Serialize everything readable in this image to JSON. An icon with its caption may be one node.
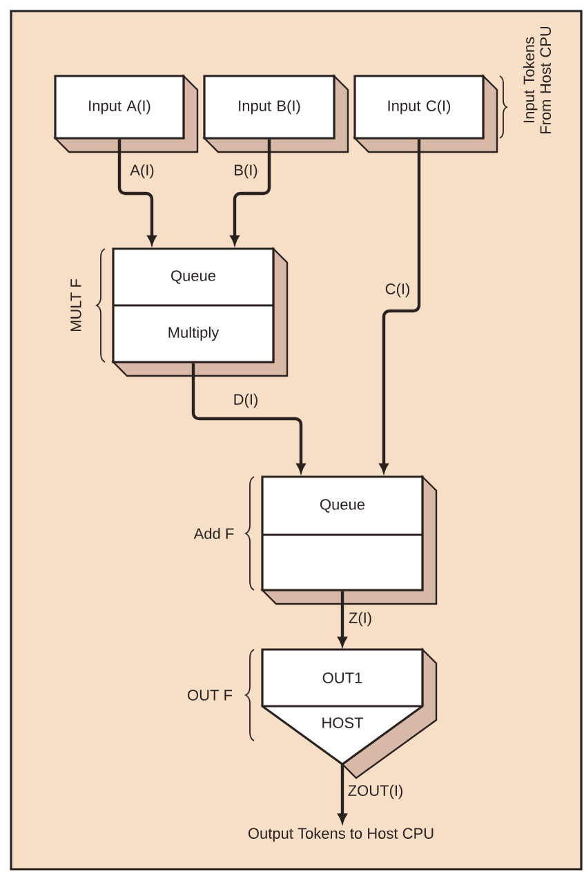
{
  "diagram": {
    "nodes": [
      {
        "text": [
          "Input A(I)"
        ]
      },
      {
        "text": [
          "Input B(I)"
        ]
      },
      {
        "text": [
          "Input C(I)"
        ]
      },
      {
        "text": [
          "Queue",
          "Multiply"
        ],
        "beside": [
          "MULT F"
        ]
      },
      {
        "text": [
          "Queue"
        ],
        "beside": [
          "Add F"
        ]
      },
      {
        "text": [
          "OUT1",
          "HOST"
        ],
        "beside": [
          "OUT F"
        ]
      },
      {
        "text": [
          "Output Tokens to Host CPU"
        ]
      }
    ],
    "edges": [
      {
        "from": 0,
        "to": 3,
        "arrow": "to",
        "label": "A(I)"
      },
      {
        "from": 1,
        "to": 3,
        "arrow": "to",
        "label": "B(I)"
      },
      {
        "from": 2,
        "to": 4,
        "arrow": "to",
        "label": "C(I)"
      },
      {
        "from": 3,
        "to": 4,
        "arrow": "to",
        "label": "D(I)"
      },
      {
        "from": 4,
        "to": 5,
        "arrow": "to",
        "label": "Z(I)"
      },
      {
        "from": 5,
        "to": 6,
        "arrow": "to",
        "label": "ZOUT(I)"
      }
    ],
    "labels": [
      "Input Tokens From Host CPU"
    ]
  }
}
